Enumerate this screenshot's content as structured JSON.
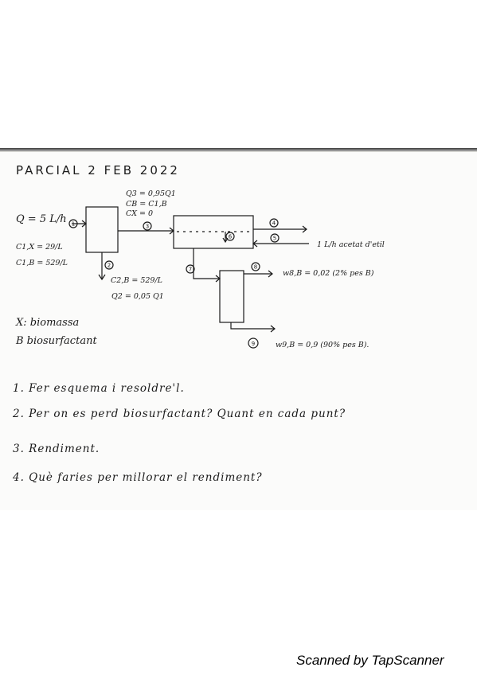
{
  "title": "PARCIAL   2   FEB    2022",
  "diagram": {
    "feed": "Q = 5 L/h",
    "feed_stream_no": "1",
    "feed_cx": "C1,X = 29/L",
    "feed_cb": "C1,B = 529/L",
    "s3_q": "Q3 = 0,95Q1",
    "s3_cb": "CB = C1,B",
    "s3_cx": "CX = 0",
    "s3_no": "3",
    "s2_no": "2",
    "s2_cb": "C2,B = 529/L",
    "s2_q": "Q2 = 0,05 Q1",
    "s4_no": "4",
    "s5_no": "5",
    "s5_label": "1 L/h  acetat  d'etil",
    "s6_no": "6",
    "s7_no": "7",
    "s8_no": "8",
    "s8_w": "w8,B = 0,02  (2%  pes B)",
    "s9_no": "9",
    "s9_w": "w9,B = 0,9    (90%  pes B)."
  },
  "legend": {
    "x": "X: biomassa",
    "b": "B  biosurfactant"
  },
  "questions": [
    "1.  Fer   esquema    i    resoldre'l.",
    "2.  Per  on  es  perd    biosurfactant?  Quant   en  cada  punt?",
    "3.  Rendiment.",
    "4.  Què  faries    per  millorar  el  rendiment?"
  ],
  "footer": "Scanned by TapScanner",
  "colors": {
    "ink": "#1a1a1a",
    "paper": "#fbfbfa"
  }
}
